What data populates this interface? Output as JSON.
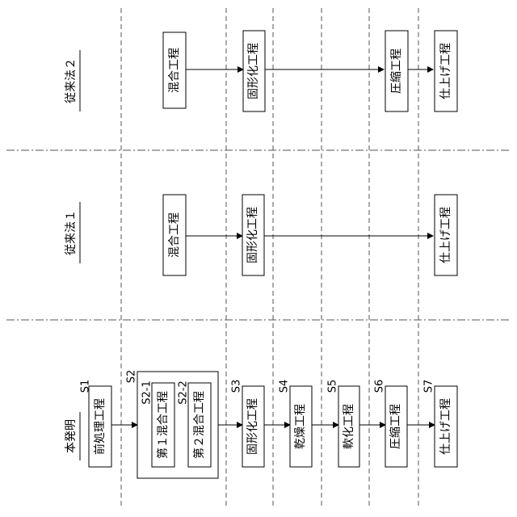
{
  "sections": {
    "current_invention": "本発明",
    "conventional_1": "従来法１",
    "conventional_2": "従来法２"
  },
  "step_labels": {
    "s1": "S1",
    "s2": "S2",
    "s2_1": "S2-1",
    "s2_2": "S2-2",
    "s3": "S3",
    "s4": "S4",
    "s5": "S5",
    "s6": "S6",
    "s7": "S7"
  },
  "process": {
    "pretreatment": "前処理工程",
    "first_mixing": "第１混合工程",
    "second_mixing": "第２混合工程",
    "mixing": "混合工程",
    "solidifying": "固形化工程",
    "drying": "乾燥工程",
    "softening": "軟化工程",
    "compression": "圧縮工程",
    "finishing": "仕上げ工程"
  },
  "colors": {
    "line": "#000000",
    "background": "#ffffff"
  }
}
